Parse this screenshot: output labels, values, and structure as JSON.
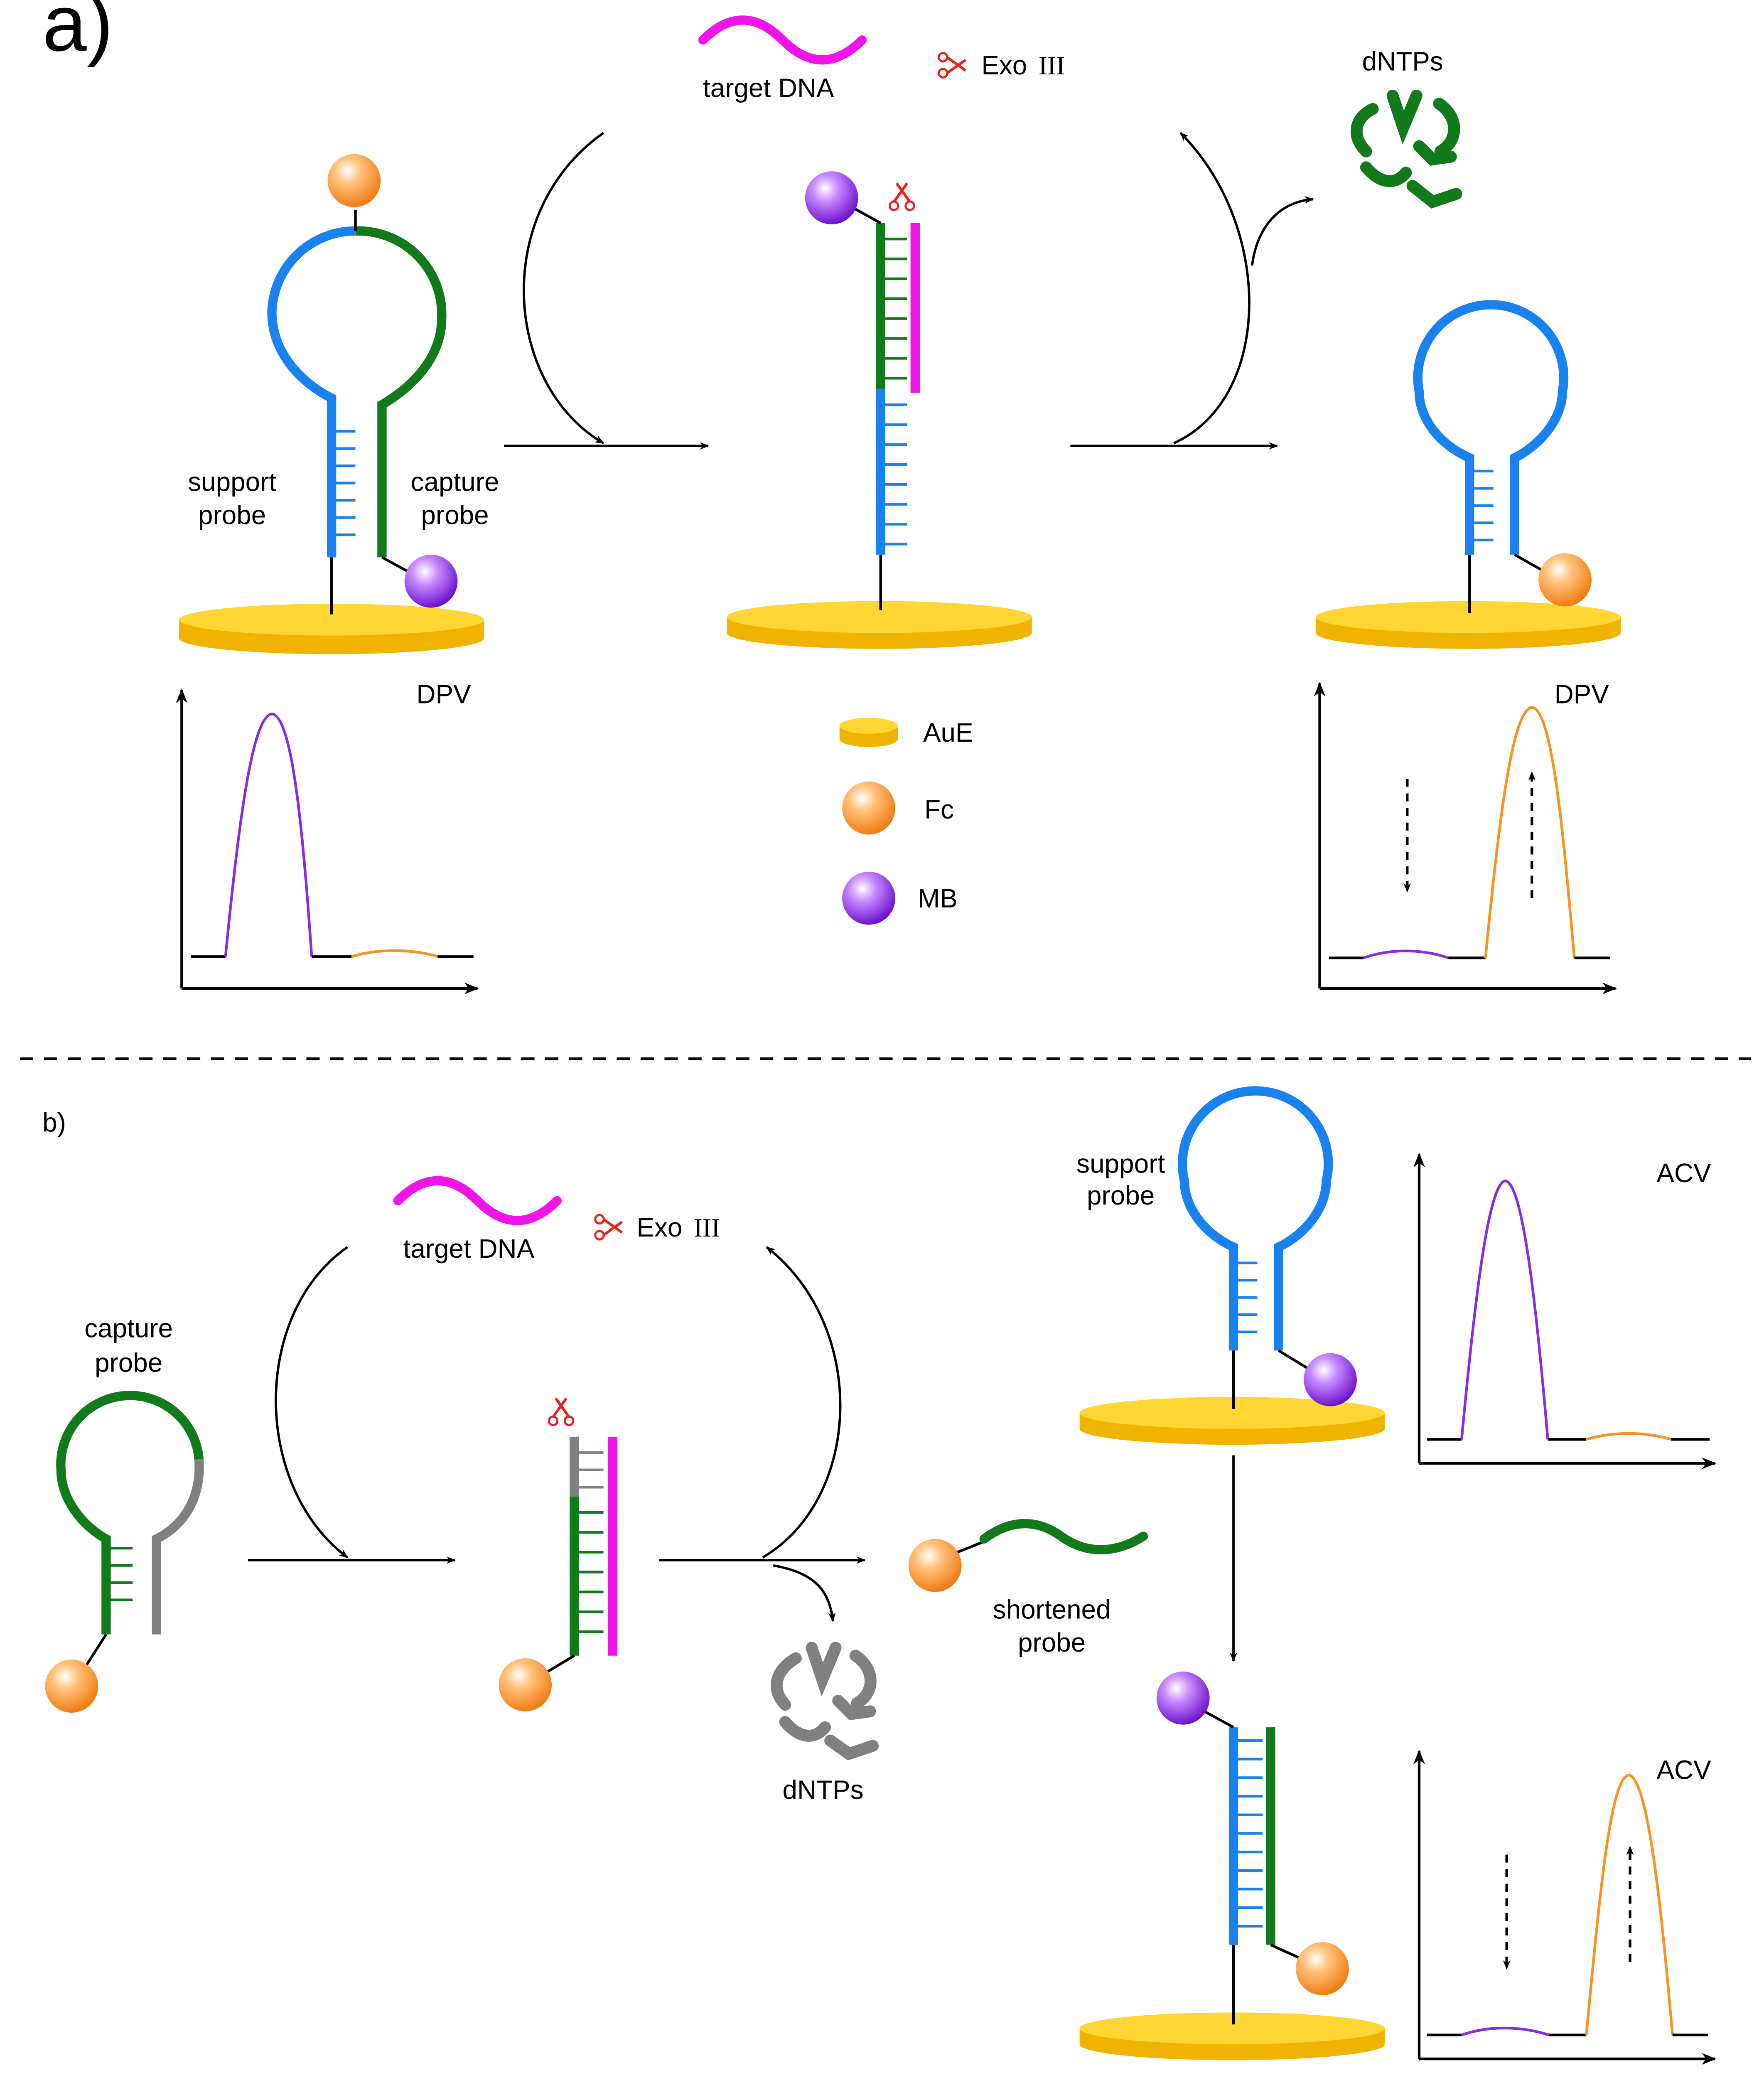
{
  "panels": {
    "a": {
      "panel_label": "a)",
      "target_label": "target DNA",
      "exo_label_prefix": "Exo",
      "exo_label_numeral": "III",
      "dntps_label": "dNTPs",
      "support_probe_label": [
        "support",
        "probe"
      ],
      "capture_probe_label": [
        "capture",
        "probe"
      ],
      "plot_left_label": "DPV",
      "plot_right_label": "DPV",
      "legend": {
        "aue": "AuE",
        "fc": "Fc",
        "mb": "MB"
      }
    },
    "b": {
      "panel_label": "b)",
      "target_label": "target DNA",
      "exo_label_prefix": "Exo",
      "exo_label_numeral": "III",
      "capture_probe_label": [
        "capture",
        "probe"
      ],
      "support_probe_label": [
        "support",
        "probe"
      ],
      "shortened_probe_label": [
        "shortened",
        "probe"
      ],
      "dntps_label": "dNTPs",
      "plot_top_label": "ACV",
      "plot_bottom_label": "ACV"
    }
  },
  "colors": {
    "support_strand": "#1a82f0",
    "capture_strand": "#117a1a",
    "target_strand": "#f014e8",
    "digested_strand": "#808080",
    "gold": "#ffcc00",
    "fc_orange": "#f7931e",
    "mb_purple": "#8a2be2",
    "scissor_red": "#e8231e"
  }
}
